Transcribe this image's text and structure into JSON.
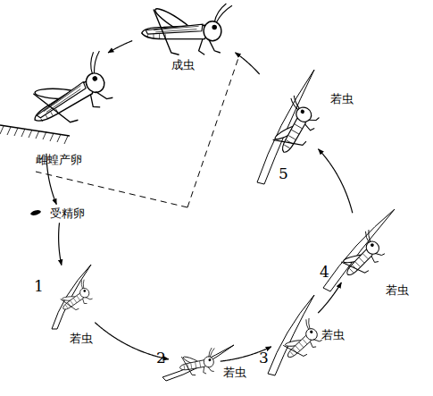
{
  "diagram": {
    "nodes": [
      {
        "text": [
          "成虫"
        ]
      },
      {
        "text": [
          "雌蝗产卵"
        ]
      },
      {
        "text": [
          "受精卵"
        ]
      },
      {
        "text": [
          "1",
          "若虫"
        ]
      },
      {
        "text": [
          "2",
          "若虫"
        ]
      },
      {
        "text": [
          "3",
          "若虫"
        ]
      },
      {
        "text": [
          "4",
          "若虫"
        ]
      },
      {
        "text": [
          "5",
          "若虫"
        ]
      }
    ],
    "edges": [
      {
        "from": 0,
        "to": 1,
        "arrow": "to"
      },
      {
        "from": 1,
        "to": 2,
        "arrow": "to"
      },
      {
        "from": 2,
        "to": 3,
        "arrow": "to"
      },
      {
        "from": 3,
        "to": 4,
        "arrow": "to"
      },
      {
        "from": 4,
        "to": 5,
        "arrow": "to"
      },
      {
        "from": 5,
        "to": 6,
        "arrow": "to"
      },
      {
        "from": 6,
        "to": 7,
        "arrow": "to"
      },
      {
        "from": 7,
        "to": 0,
        "arrow": "to"
      }
    ]
  }
}
